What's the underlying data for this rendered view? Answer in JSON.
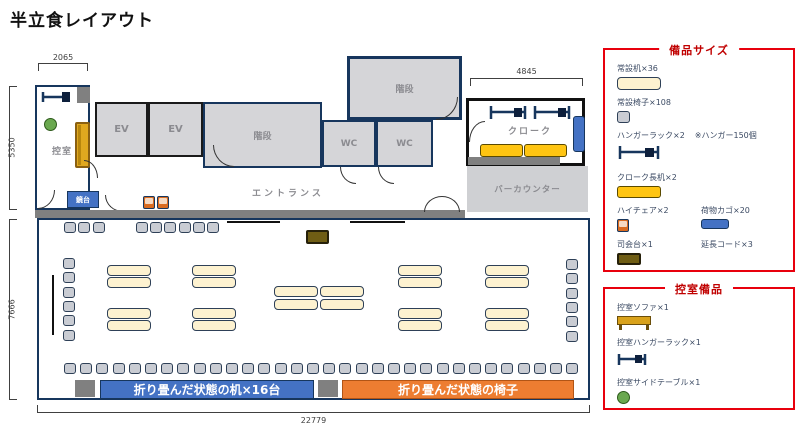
{
  "title": "半立食レイアウト",
  "rooms": {
    "hikae": "控室",
    "ev1": "EV",
    "ev2": "EV",
    "stairs_upper": "階段",
    "stairs_lower": "階段",
    "wc1": "WC",
    "wc2": "WC",
    "entrance": "エントランス",
    "cloak": "クローク",
    "bar": "バーカウンター",
    "mirror_stand": "鏡台"
  },
  "dimensions": {
    "hikae_width": "2065",
    "cloak_width": "4845",
    "upper_height": "5350",
    "hall_height": "7666",
    "hall_width": "22779"
  },
  "banners": {
    "folded_desks": "折り畳んだ状態の机×16台",
    "folded_chairs": "折り畳んだ状態の椅子"
  },
  "legend_equipment": {
    "title": "備品サイズ",
    "desk": "常設机×36",
    "chair": "常設椅子×108",
    "hanger_rack": "ハンガーラック×2",
    "hanger_note": "※ハンガー150個",
    "cloak_desk": "クローク長机×2",
    "high_chair": "ハイチェア×2",
    "basket": "荷物カゴ×20",
    "mc_stand": "司会台×1",
    "extension_cord": "延長コード×3"
  },
  "legend_hikae": {
    "title": "控室備品",
    "sofa": "控室ソファ×1",
    "hanger_rack": "控室ハンガーラック×1",
    "side_table": "控室サイドテーブル×1"
  },
  "colors": {
    "wall": "#17365d",
    "room_fill": "#d5d5d8",
    "table_fill": "#fdf2d0",
    "chair_fill": "#c9ccd3",
    "accent_yellow": "#ffc512",
    "accent_blue": "#4472c4",
    "banner_blue": "#4472c4",
    "banner_orange": "#ed7d31",
    "legend_border": "#e8000d",
    "legend_title": "#c00000",
    "side_table_green": "#6aa84f"
  }
}
